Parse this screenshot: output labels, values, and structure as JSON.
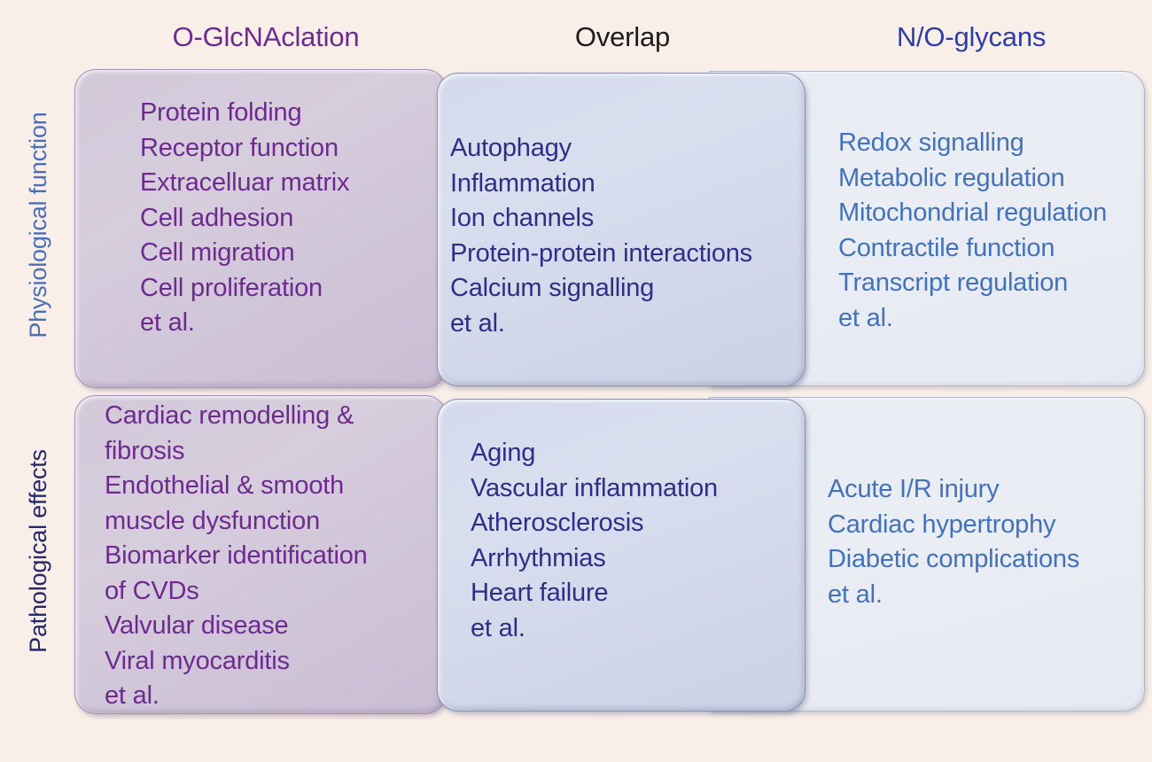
{
  "background_color": "#faeee8",
  "columns": [
    {
      "id": "oglcnac",
      "label": "O-GlcNAclation",
      "color": "#6e2a8e"
    },
    {
      "id": "overlap",
      "label": "Overlap",
      "color": "#1c1c1c"
    },
    {
      "id": "ngly",
      "label": "N/O-glycans",
      "color": "#2d3fa3"
    }
  ],
  "rows": [
    {
      "id": "physiological",
      "label": "Physiological function",
      "color": "#4a6fb5"
    },
    {
      "id": "pathological",
      "label": "Pathological effects",
      "color": "#232a66"
    }
  ],
  "cells": {
    "physiological": {
      "oglcnac": {
        "text_color": "#6e2a8e",
        "items": [
          "Protein folding",
          "Receptor function",
          "Extracelluar matrix",
          "Cell adhesion",
          "Cell migration",
          "Cell proliferation",
          "et al."
        ]
      },
      "overlap": {
        "text_color": "#2b2f85",
        "items": [
          "Autophagy",
          "Inflammation",
          "Ion channels",
          "Protein-protein interactions",
          "Calcium signalling",
          "et al."
        ]
      },
      "ngly": {
        "text_color": "#4272b8",
        "items": [
          "Redox signalling",
          "Metabolic regulation",
          "Mitochondrial regulation",
          "Contractile function",
          "Transcript regulation",
          "et al."
        ]
      }
    },
    "pathological": {
      "oglcnac": {
        "text_color": "#6e2a8e",
        "items": [
          "Cardiac remodelling &",
          "fibrosis",
          "Endothelial & smooth",
          "muscle dysfunction",
          "Biomarker identification",
          "of CVDs",
          "Valvular disease",
          "Viral myocarditis",
          "et al."
        ]
      },
      "overlap": {
        "text_color": "#2b2f85",
        "items": [
          "Aging",
          "Vascular inflammation",
          "Atherosclerosis",
          "Arrhythmias",
          "Heart failure",
          "et al."
        ]
      },
      "ngly": {
        "text_color": "#4272b8",
        "items": [
          "Acute I/R injury",
          "Cardiac hypertrophy",
          "Diabetic complications",
          "et al."
        ]
      }
    }
  }
}
